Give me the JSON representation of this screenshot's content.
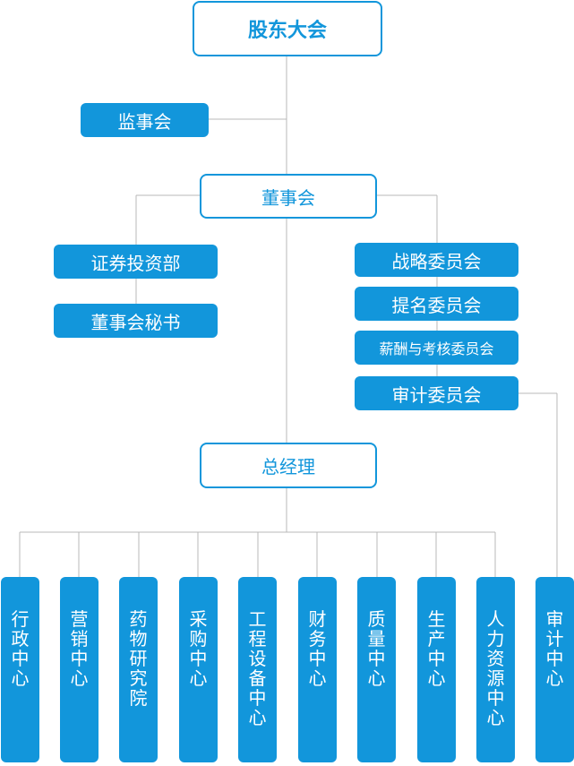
{
  "colors": {
    "accent": "#1296db",
    "line": "#b8b8b8"
  },
  "org": {
    "shareholders": "股东大会",
    "supervisory": "监事会",
    "board": "董事会",
    "securities": "证券投资部",
    "board_secretary": "董事会秘书",
    "strategy_committee": "战略委员会",
    "nomination_committee": "提名委员会",
    "compensation_committee": "薪酬与考核委员会",
    "audit_committee": "审计委员会",
    "general_manager": "总经理",
    "centers": [
      "行政中心",
      "营销中心",
      "药物研究院",
      "采购中心",
      "工程设备中心",
      "财务中心",
      "质量中心",
      "生产中心",
      "人力资源中心",
      "审计中心"
    ]
  }
}
